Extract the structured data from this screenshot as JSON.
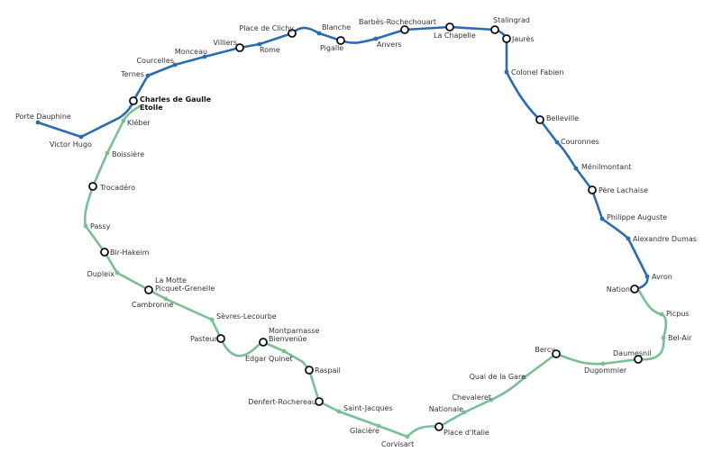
{
  "colors": {
    "line2": "#2b6cb0",
    "line6": "#79bf93"
  },
  "line2": {
    "stations": [
      {
        "name": [
          "Porte Dauphine"
        ]
      },
      {
        "name": [
          "Victor Hugo"
        ]
      },
      {
        "name": [
          "Charles de Gaulle",
          "Etoile"
        ]
      },
      {
        "name": [
          "Ternes"
        ]
      },
      {
        "name": [
          "Courcelles"
        ]
      },
      {
        "name": [
          "Monceau"
        ]
      },
      {
        "name": [
          "Villiers"
        ]
      },
      {
        "name": [
          "Rome"
        ]
      },
      {
        "name": [
          "Place de Clichy"
        ]
      },
      {
        "name": [
          "Blanche"
        ]
      },
      {
        "name": [
          "Pigalle"
        ]
      },
      {
        "name": [
          "Anvers"
        ]
      },
      {
        "name": [
          "Barbès-Rochechouart"
        ]
      },
      {
        "name": [
          "La Chapelle"
        ]
      },
      {
        "name": [
          "Stalingrad"
        ]
      },
      {
        "name": [
          "Jaurès"
        ]
      },
      {
        "name": [
          "Colonel Fabien"
        ]
      },
      {
        "name": [
          "Belleville"
        ]
      },
      {
        "name": [
          "Couronnes"
        ]
      },
      {
        "name": [
          "Ménilmontant"
        ]
      },
      {
        "name": [
          "Père Lachaise"
        ]
      },
      {
        "name": [
          "Philippe Auguste"
        ]
      },
      {
        "name": [
          "Alexandre Dumas"
        ]
      },
      {
        "name": [
          "Avron"
        ]
      },
      {
        "name": [
          "Nation"
        ]
      }
    ]
  },
  "line6": {
    "stations": [
      {
        "name": [
          "Kléber"
        ]
      },
      {
        "name": [
          "Boissière"
        ]
      },
      {
        "name": [
          "Trocadéro"
        ]
      },
      {
        "name": [
          "Passy"
        ]
      },
      {
        "name": [
          "Bir-Hakeim"
        ]
      },
      {
        "name": [
          "Dupleix"
        ]
      },
      {
        "name": [
          "La Motte",
          "Picquet-Grenelle"
        ]
      },
      {
        "name": [
          "Cambronne"
        ]
      },
      {
        "name": [
          "Sèvres-Lecourbe"
        ]
      },
      {
        "name": [
          "Pasteur"
        ]
      },
      {
        "name": [
          "Montparnasse",
          "Bienvenüe"
        ]
      },
      {
        "name": [
          "Edgar Quinet"
        ]
      },
      {
        "name": [
          "Raspail"
        ]
      },
      {
        "name": [
          "Denfert-Rochereau"
        ]
      },
      {
        "name": [
          "Saint-Jacques"
        ]
      },
      {
        "name": [
          "Glacière"
        ]
      },
      {
        "name": [
          "Corvisart"
        ]
      },
      {
        "name": [
          "Place d'Italie"
        ]
      },
      {
        "name": [
          "Nationale"
        ]
      },
      {
        "name": [
          "Chevaleret"
        ]
      },
      {
        "name": [
          "Quai de la Gare"
        ]
      },
      {
        "name": [
          "Bercy"
        ]
      },
      {
        "name": [
          "Dugommier"
        ]
      },
      {
        "name": [
          "Daumesnil"
        ]
      },
      {
        "name": [
          "Bel-Air"
        ]
      },
      {
        "name": [
          "Picpus"
        ]
      }
    ]
  }
}
